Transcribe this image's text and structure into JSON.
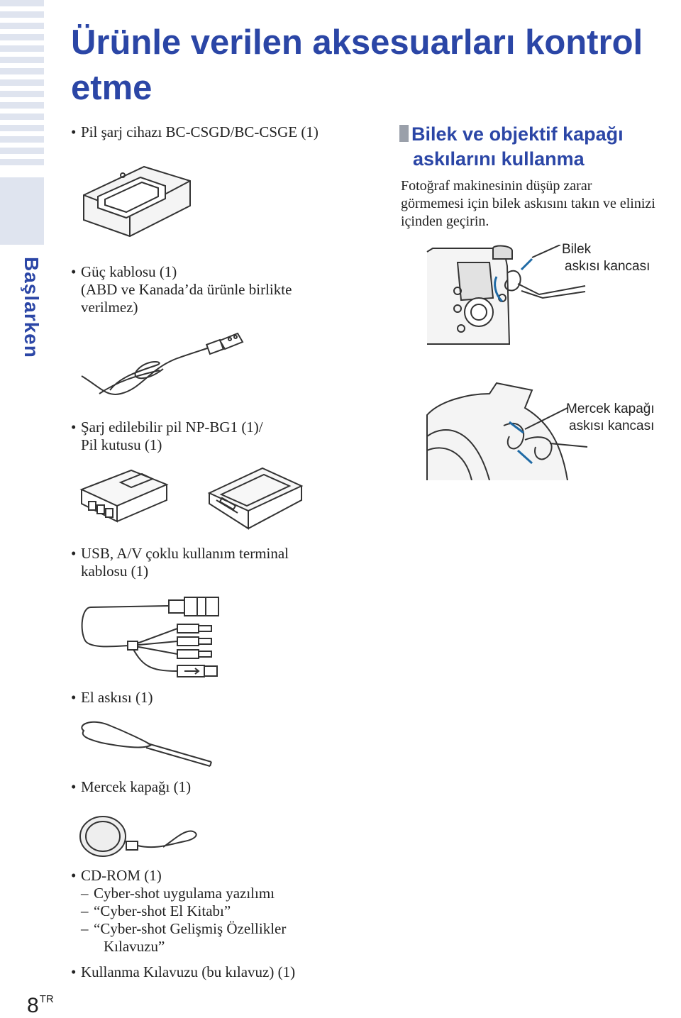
{
  "sidebar": {
    "tab_label": "Başlarken"
  },
  "title": "Ürünle verilen aksesuarları kontrol etme",
  "items": [
    {
      "text": "Pil şarj cihazı BC-CSGD/BC-CSGE (1)"
    },
    {
      "lines": [
        "Güç kablosu (1)",
        "(ABD ve Kanada’da ürünle birlikte",
        "verilmez)"
      ]
    },
    {
      "lines": [
        "Şarj edilebilir pil NP-BG1 (1)/",
        "Pil kutusu (1)"
      ]
    },
    {
      "lines": [
        "USB, A/V çoklu kullanım terminal",
        "kablosu (1)"
      ]
    },
    {
      "text": "El askısı (1)"
    },
    {
      "text": "Mercek kapağı (1)"
    },
    {
      "text": "CD-ROM (1)",
      "subitems": [
        {
          "text": "Cyber-shot uygulama yazılımı"
        },
        {
          "text": "“Cyber-shot El Kitabı”"
        },
        {
          "lines": [
            "“Cyber-shot Gelişmiş Özellikler",
            "Kılavuzu”"
          ]
        }
      ]
    },
    {
      "text": "Kullanma Kılavuzu (bu kılavuz) (1)"
    }
  ],
  "section": {
    "heading_lines": [
      "Bilek ve objektif kapağı",
      "askılarını kullanma"
    ],
    "body_lines": [
      "Fotoğraf makinesinin düşüp zarar",
      "görmemesi için bilek askısını takın ve elinizi",
      "içinden geçirin."
    ],
    "callouts": {
      "wrist_hook": [
        "Bilek",
        "askısı kancası"
      ],
      "lens_cap_hook": [
        "Mercek kapağı",
        "askısı kancası"
      ]
    }
  },
  "page": {
    "number": "8",
    "lang": "TR"
  },
  "colors": {
    "accent": "#2b46a6",
    "sidebar_band": "#dfe4ef",
    "line_art": "#333333"
  }
}
